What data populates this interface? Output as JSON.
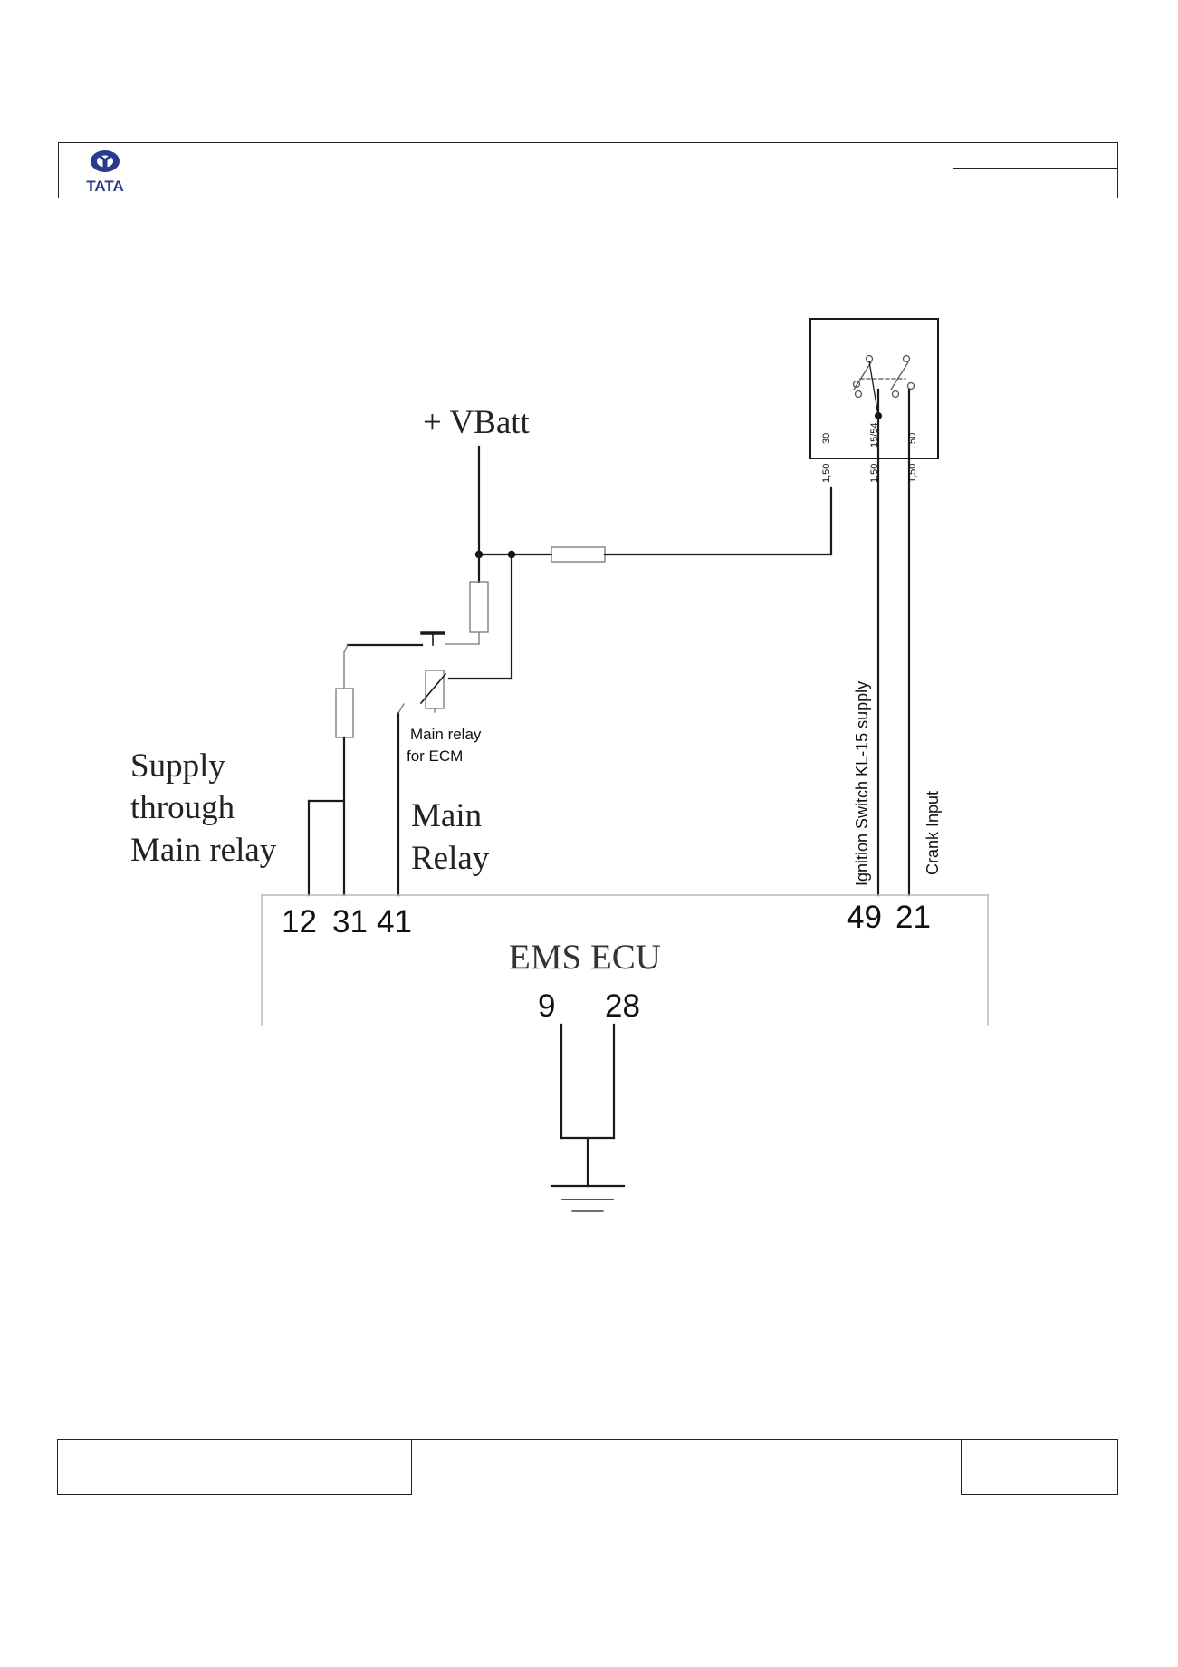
{
  "logo": {
    "wordmark": "TATA",
    "color": "#2a3a8c"
  },
  "diagram": {
    "vbatt_label": "+ VBatt",
    "supply_label_lines": [
      "Supply",
      "through",
      "Main relay"
    ],
    "main_relay_label_lines": [
      "Main",
      "Relay"
    ],
    "relay_caption_lines": [
      "Main relay",
      "for ECM"
    ],
    "ecu_title": "EMS ECU",
    "pins_left": [
      "12",
      "31",
      "41"
    ],
    "pins_right": [
      "49",
      "21"
    ],
    "pins_ground": [
      "9",
      "28"
    ],
    "ignition_label": "Ignition Switch KL-15  supply",
    "crank_label": "Crank Input",
    "switch_terminals": [
      "30",
      "15/54",
      "50"
    ],
    "wire_sizes": [
      "1,50",
      "1,50",
      "1,50"
    ]
  }
}
